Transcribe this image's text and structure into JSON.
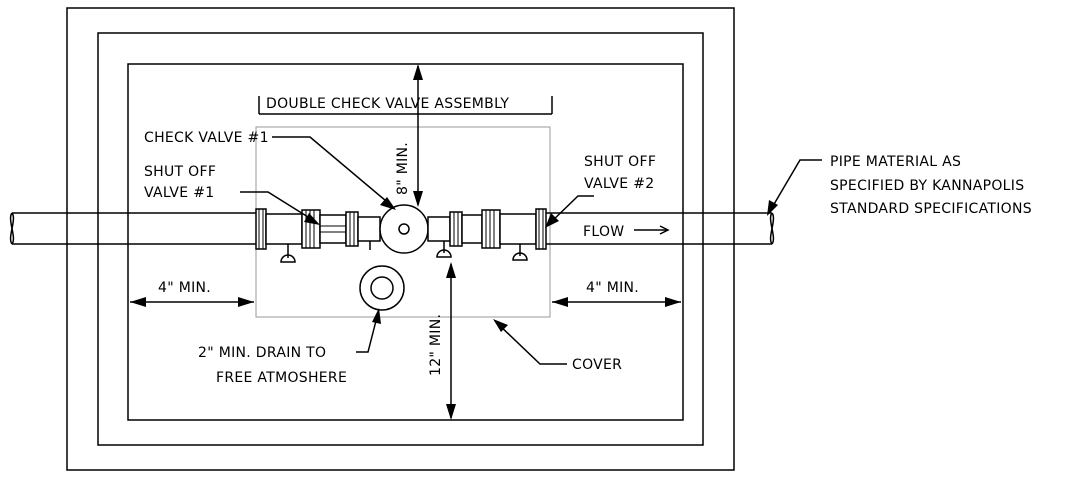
{
  "labels": {
    "assembly": "DOUBLE CHECK VALVE ASSEMBLY",
    "check_valve_1": "CHECK VALVE #1",
    "shut_off_1_line1": "SHUT OFF",
    "shut_off_1_line2": "VALVE #1",
    "shut_off_2_line1": "SHUT OFF",
    "shut_off_2_line2": "VALVE #2",
    "pipe_line1": "PIPE MATERIAL AS",
    "pipe_line2": "SPECIFIED BY KANNAPOLIS",
    "pipe_line3": "STANDARD   SPECIFICATIONS",
    "flow": "FLOW",
    "dim_8_min": "8\" MIN.",
    "dim_12_min": "12\" MIN.",
    "dim_4_min_left": "4\" MIN.",
    "dim_4_min_right": "4\" MIN.",
    "drain_line1": "2\" MIN. DRAIN TO",
    "drain_line2": "FREE ATMOSHERE",
    "cover": "COVER"
  },
  "colors": {
    "line": "#000000",
    "cover_outline": "#9a9a9a",
    "background": "#ffffff"
  }
}
